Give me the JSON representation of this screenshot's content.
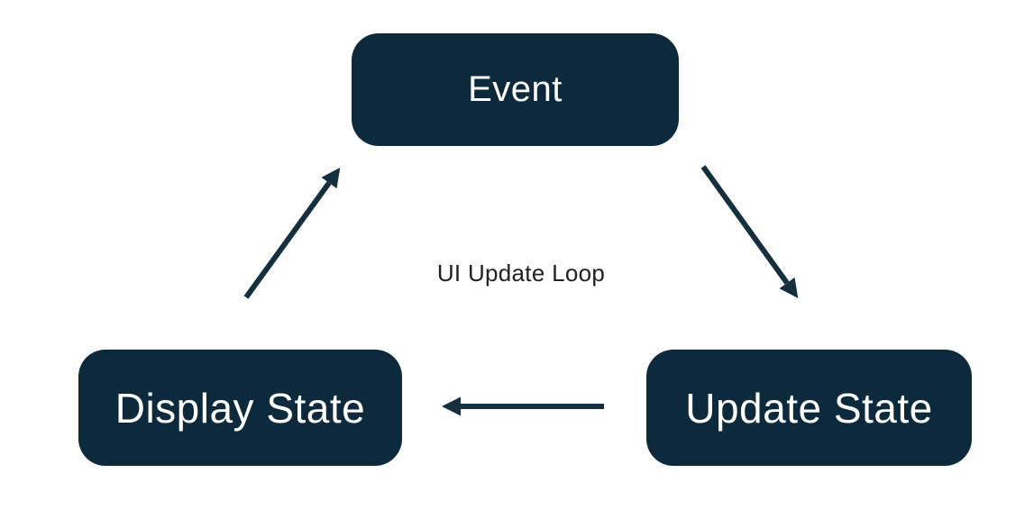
{
  "diagram": {
    "title": "UI Update Loop",
    "type": "cycle"
  },
  "nodes": [
    {
      "id": "event",
      "label": "Event"
    },
    {
      "id": "display-state",
      "label": "Display State"
    },
    {
      "id": "update-state",
      "label": "Update State"
    }
  ],
  "edges": [
    {
      "from": "event",
      "to": "update-state"
    },
    {
      "from": "update-state",
      "to": "display-state"
    },
    {
      "from": "display-state",
      "to": "event"
    }
  ],
  "colors": {
    "node_fill": "#0c2a3c",
    "node_text": "#ffffff",
    "arrow": "#14303f",
    "label_text": "#202124",
    "background": "#ffffff"
  }
}
